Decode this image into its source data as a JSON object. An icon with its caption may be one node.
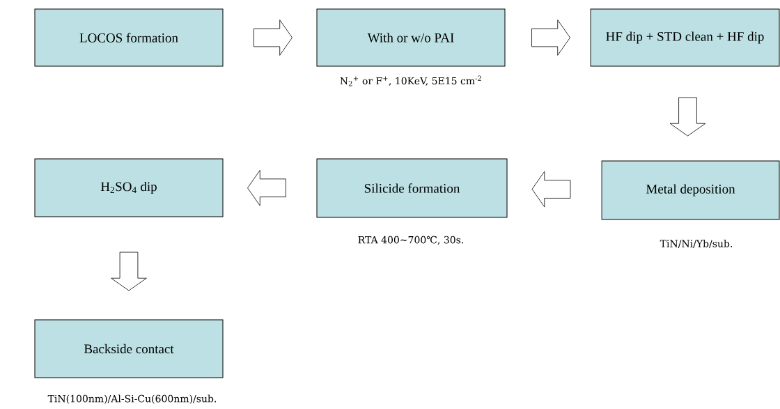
{
  "diagram": {
    "nodes": [
      {
        "text": [
          "LOCOS formation"
        ]
      },
      {
        "text": [
          "With or w/o PAI"
        ],
        "beside": [
          "N$_{2}$$^{+}$ or F$^{+}$, 10KeV, 5E15 cm$^{-2}$"
        ]
      },
      {
        "text": [
          "HF dip + STD clean + HF dip"
        ]
      },
      {
        "text": [
          "H$_{2}$SO$_{4}$ dip"
        ]
      },
      {
        "text": [
          "Silicide formation"
        ],
        "beside": [
          "RTA 400~700℃, 30s."
        ]
      },
      {
        "text": [
          "Metal deposition"
        ],
        "beside": [
          "TiN/Ni/Yb/sub."
        ]
      },
      {
        "text": [
          "Backside contact"
        ],
        "beside": [
          "TiN(100nm)/Al-Si-Cu(600nm)/sub."
        ]
      }
    ],
    "edges": [
      {
        "from": 0,
        "to": 1,
        "arrow": "to"
      },
      {
        "from": 1,
        "to": 2,
        "arrow": "to"
      },
      {
        "from": 2,
        "to": 5,
        "arrow": "to"
      },
      {
        "from": 5,
        "to": 4,
        "arrow": "to"
      },
      {
        "from": 4,
        "to": 3,
        "arrow": "to"
      },
      {
        "from": 3,
        "to": 6,
        "arrow": "to"
      }
    ]
  }
}
